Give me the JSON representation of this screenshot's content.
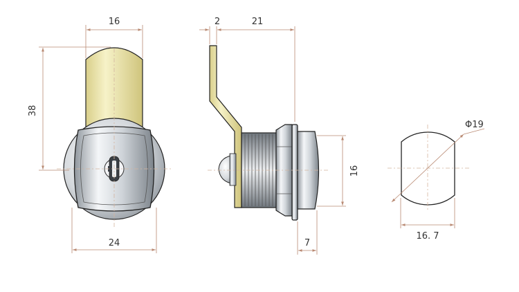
{
  "colors": {
    "dimension": "#b98a73",
    "centerline": "#d4b59f",
    "brass": "#f1ecb8",
    "brass_shade": "#d9cf8a",
    "chrome": "#e9ecef",
    "chrome_shade": "#9aa2aa",
    "outline": "#222222"
  },
  "dimensions": {
    "front_cam_width": "16",
    "front_height": "38",
    "front_body_width": "24",
    "side_cam_thickness": "2",
    "side_length": "21",
    "side_thread_height": "16",
    "side_flange": "7",
    "cutout_diameter": "Φ19",
    "cutout_flat_width": "16. 7"
  }
}
